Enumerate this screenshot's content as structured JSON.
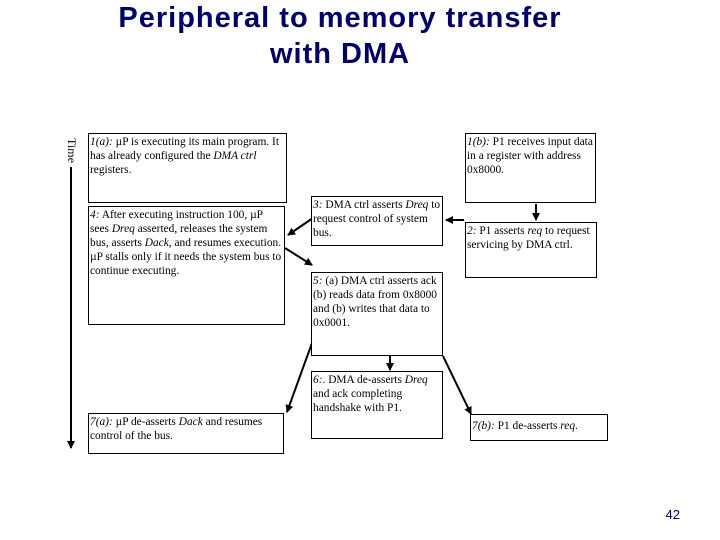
{
  "title": {
    "line1": "Peripheral to memory transfer",
    "line2": "with DMA"
  },
  "time_label": "Time",
  "boxes": {
    "b1a": {
      "step": "1(a):",
      "text_a": " µP is executing its main program. It has already configured the ",
      "em": "DMA ctrl",
      "text_b": " registers."
    },
    "b1b": {
      "step": "1(b):",
      "text_a": " P1 receives input data in a register with address 0x8000.",
      "em": "",
      "text_b": ""
    },
    "b3": {
      "step": "3:",
      "text_a": " DMA ctrl asserts ",
      "em": "Dreq",
      "text_b": " to request control of system bus."
    },
    "b2": {
      "step": "2:",
      "text_a": " P1 asserts ",
      "em": "req",
      "text_b": " to request servicing by DMA ctrl."
    },
    "b4": {
      "step": "4:",
      "text_a": " After executing instruction 100, µP sees ",
      "em": "Dreq",
      "text_b": " asserted, releases the system bus, asserts ",
      "em2": "Dack",
      "text_c": ", and resumes execution. µP stalls only if it needs the system bus to continue executing."
    },
    "b5": {
      "step": "5:",
      "text_a": " (a) DMA ctrl asserts ack (b) reads data from 0x8000 and (b) writes that data to 0x0001.",
      "em": "",
      "text_b": ""
    },
    "b6": {
      "step": "6:",
      "text_a": ". DMA de-asserts ",
      "em": "Dreq",
      "text_b": " and ack completing handshake with P1."
    },
    "b7a": {
      "step": "7(a):",
      "text_a": " µP de-asserts ",
      "em": "Dack",
      "text_b": " and resumes control of the bus."
    },
    "b7b": {
      "step": "7(b):",
      "text_a": " P1 de-asserts ",
      "em": "req",
      "text_b": "."
    }
  },
  "page_number": "42",
  "colors": {
    "title": "#000066",
    "line": "#000000",
    "background": "#ffffff"
  }
}
